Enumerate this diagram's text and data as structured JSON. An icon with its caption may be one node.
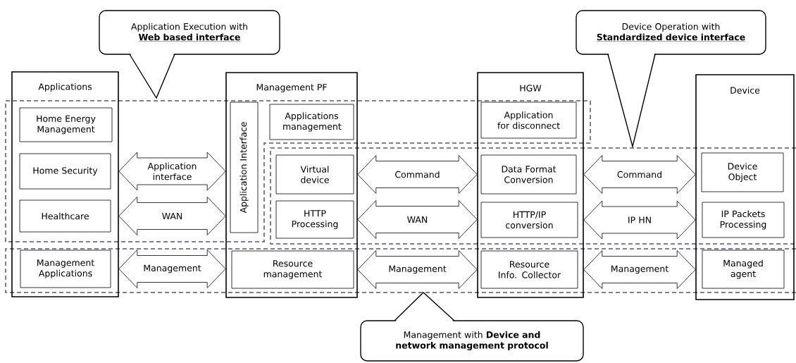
{
  "diagram": {
    "nodes": [
      {
        "text": [
          "Applications"
        ]
      },
      {
        "text": [
          "Home Energy Management"
        ],
        "in": 0
      },
      {
        "text": [
          "Home Security"
        ],
        "in": 0
      },
      {
        "text": [
          "Healthcare"
        ],
        "in": 0
      },
      {
        "text": [
          "Management Applications"
        ],
        "in": 0
      },
      {
        "text": [
          "Management PF"
        ]
      },
      {
        "text": [
          "Application Interface"
        ],
        "in": 5
      },
      {
        "text": [
          "Applications management"
        ],
        "in": 5
      },
      {
        "text": [
          "Virtual device"
        ],
        "in": 5
      },
      {
        "text": [
          "HTTP Processing"
        ],
        "in": 5
      },
      {
        "text": [
          "Resource management"
        ],
        "in": 5
      },
      {
        "text": [
          "HGW"
        ]
      },
      {
        "text": [
          "Application for disconnect"
        ],
        "in": 11
      },
      {
        "text": [
          "Data Format Conversion"
        ],
        "in": 11
      },
      {
        "text": [
          "HTTP/IP conversion"
        ],
        "in": 11
      },
      {
        "text": [
          "Resource Info. Collector"
        ],
        "in": 11
      },
      {
        "text": [
          "Device"
        ]
      },
      {
        "text": [
          "Device Object"
        ],
        "in": 16
      },
      {
        "text": [
          "IP Packets Processing"
        ],
        "in": 16
      },
      {
        "text": [
          "Managed agent"
        ],
        "in": 16
      },
      {
        "text": [
          "Application Execution with",
          "Web based interface"
        ]
      },
      {
        "text": [
          "Device Operation with",
          "Standardized device interface"
        ]
      },
      {
        "text": [
          "Management with **Device and network management protocol**"
        ]
      }
    ],
    "edges": [
      {
        "from": 2,
        "to": 6,
        "arrow": "both",
        "label": "Application interface"
      },
      {
        "from": 3,
        "to": 6,
        "arrow": "both",
        "label": "WAN"
      },
      {
        "from": 4,
        "to": 10,
        "arrow": "both",
        "label": "Management"
      },
      {
        "from": 8,
        "to": 13,
        "arrow": "both",
        "label": "Command"
      },
      {
        "from": 9,
        "to": 14,
        "arrow": "both",
        "label": "WAN"
      },
      {
        "from": 10,
        "to": 15,
        "arrow": "both",
        "label": "Management"
      },
      {
        "from": 13,
        "to": 17,
        "arrow": "both",
        "label": "Command"
      },
      {
        "from": 14,
        "to": 18,
        "arrow": "both",
        "label": "IP HN"
      },
      {
        "from": 15,
        "to": 19,
        "arrow": "both",
        "label": "Management"
      }
    ]
  }
}
